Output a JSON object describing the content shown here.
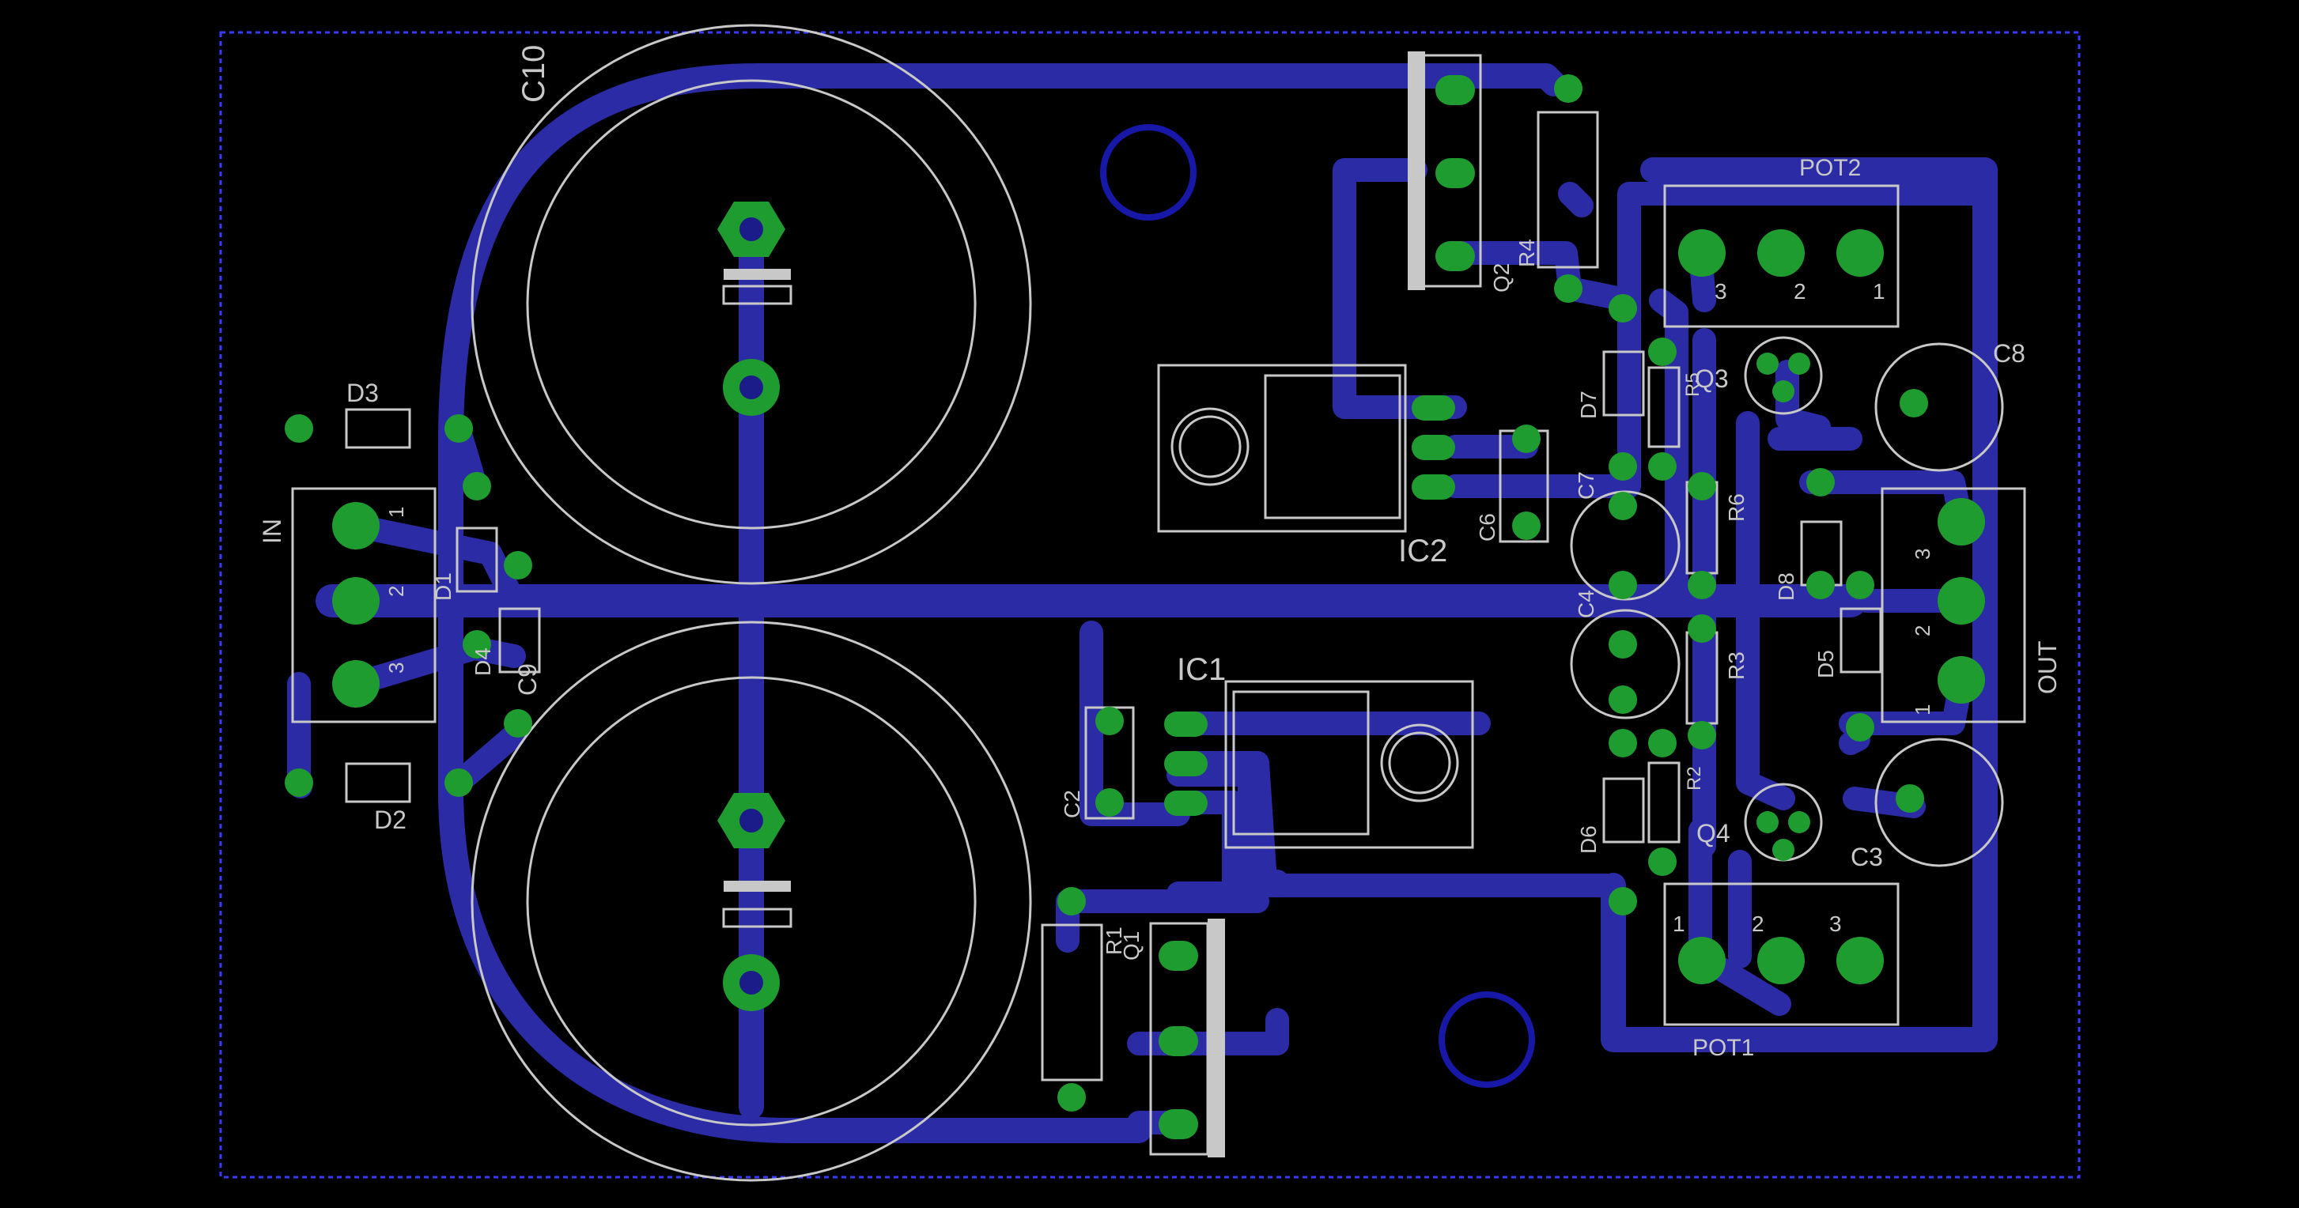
{
  "board": {
    "background": "#000000",
    "trace_color": "#2b2ba6",
    "pad_color": "#1f9c2f",
    "silk_color": "#c8c8c8",
    "outline_color": "#3a3aff"
  },
  "labels": {
    "C10": "C10",
    "C9": "C9",
    "D3": "D3",
    "D2": "D2",
    "D1": "D1",
    "D4": "D4",
    "IN": "IN",
    "IN_1": "1",
    "IN_2": "2",
    "IN_3": "3",
    "IC1": "IC1",
    "IC2": "IC2",
    "Q1": "Q1",
    "Q2": "Q2",
    "Q3": "Q3",
    "Q4": "Q4",
    "R1": "R1",
    "R2": "R2",
    "R3": "R3",
    "R4": "R4",
    "R5": "R5",
    "R6": "R6",
    "C2": "C2",
    "C3": "C3",
    "C4": "C4",
    "C6": "C6",
    "C7": "C7",
    "C8": "C8",
    "D5": "D5",
    "D6": "D6",
    "D7": "D7",
    "D8": "D8",
    "POT1": "POT1",
    "POT2": "POT2",
    "POT1_1": "1",
    "POT1_2": "2",
    "POT1_3": "3",
    "POT2_1": "1",
    "POT2_2": "2",
    "POT2_3": "3",
    "OUT": "OUT",
    "OUT_1": "1",
    "OUT_2": "2",
    "OUT_3": "3"
  }
}
